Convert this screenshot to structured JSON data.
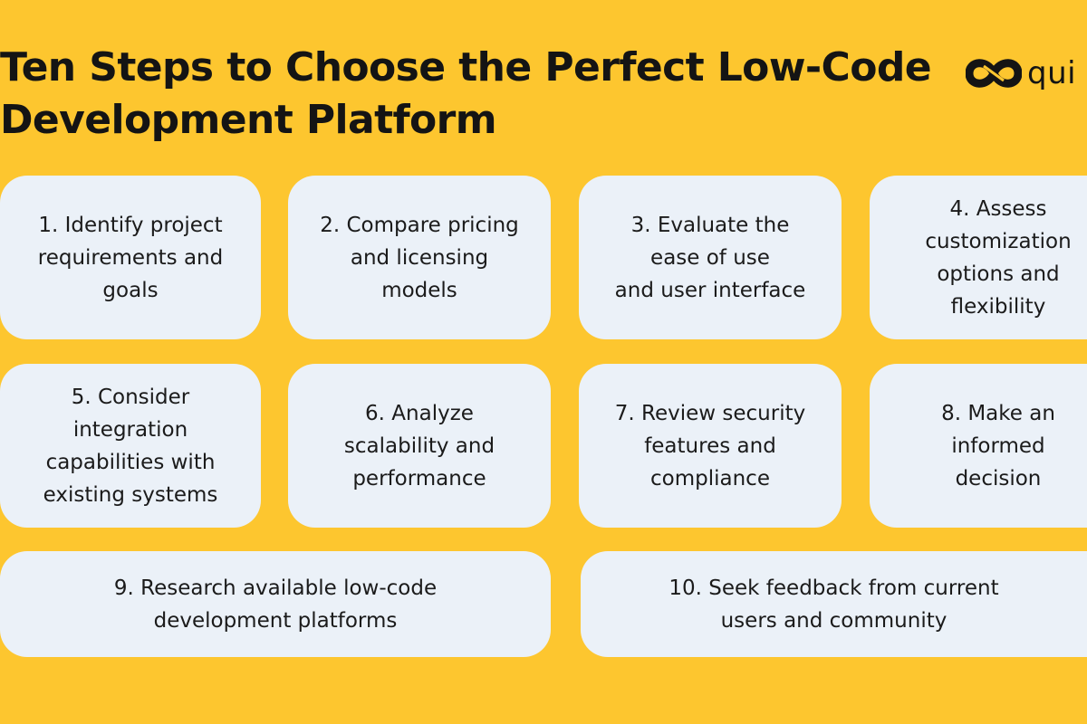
{
  "title": {
    "line1": "Ten Steps to Choose the Perfect Low-Code",
    "line2": "Development Platform"
  },
  "logo": {
    "icon": "infinity-knot-icon",
    "text": "qui"
  },
  "colors": {
    "background": "#FDC62F",
    "card": "#EBF1F8",
    "text": "#141414"
  },
  "steps": [
    {
      "label": "1. Identify project\nrequirements and\ngoals"
    },
    {
      "label": "2. Compare pricing\nand licensing\nmodels"
    },
    {
      "label": "3. Evaluate the\nease of use\nand user interface"
    },
    {
      "label": "4. Assess\ncustomization\noptions and\nflexibility"
    },
    {
      "label": "5. Consider\nintegration\ncapabilities with\nexisting systems"
    },
    {
      "label": "6. Analyze\nscalability and\nperformance"
    },
    {
      "label": "7. Review security\nfeatures and\ncompliance"
    },
    {
      "label": "8. Make an\ninformed\ndecision"
    },
    {
      "label": "9. Research available low-code\ndevelopment platforms"
    },
    {
      "label": "10. Seek feedback from current\nusers and community"
    }
  ]
}
